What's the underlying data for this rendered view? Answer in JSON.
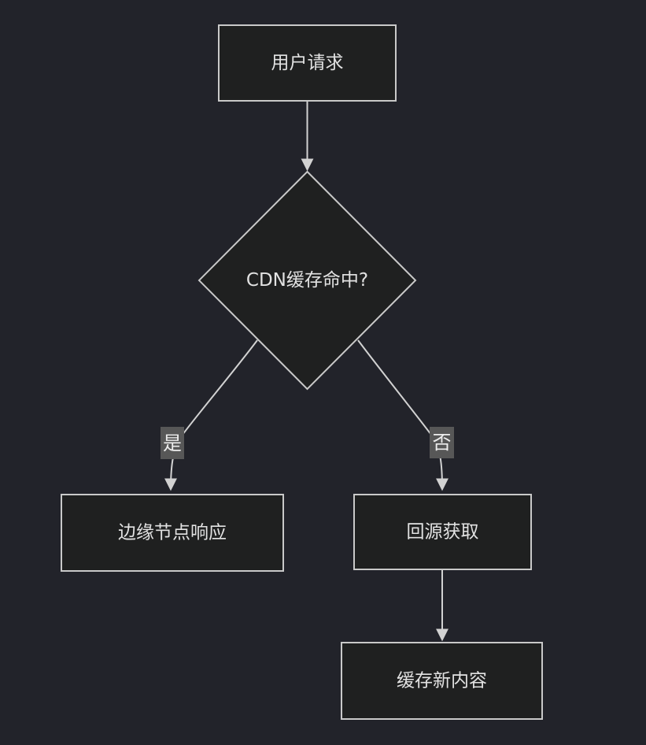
{
  "diagram": {
    "type": "flowchart",
    "direction": "top-down",
    "colors": {
      "background": "#22232a",
      "node_fill": "#1f2020",
      "node_border": "#c9c9c9",
      "node_text": "#e2e2e2",
      "edge_line": "#d2d2d2",
      "edge_label_bg": "#575757",
      "edge_label_text": "#ededed"
    },
    "nodes": [
      {
        "id": "user-request",
        "shape": "rectangle",
        "label": "用户请求"
      },
      {
        "id": "cdn-cache-decision",
        "shape": "diamond",
        "label": "CDN缓存命中?"
      },
      {
        "id": "edge-node-response",
        "shape": "rectangle",
        "label": "边缘节点响应"
      },
      {
        "id": "origin-fetch",
        "shape": "rectangle",
        "label": "回源获取"
      },
      {
        "id": "cache-new-content",
        "shape": "rectangle",
        "label": "缓存新内容"
      }
    ],
    "edges": [
      {
        "from": "user-request",
        "to": "cdn-cache-decision",
        "label": ""
      },
      {
        "from": "cdn-cache-decision",
        "to": "edge-node-response",
        "label": "是"
      },
      {
        "from": "cdn-cache-decision",
        "to": "origin-fetch",
        "label": "否"
      },
      {
        "from": "origin-fetch",
        "to": "cache-new-content",
        "label": ""
      }
    ]
  }
}
